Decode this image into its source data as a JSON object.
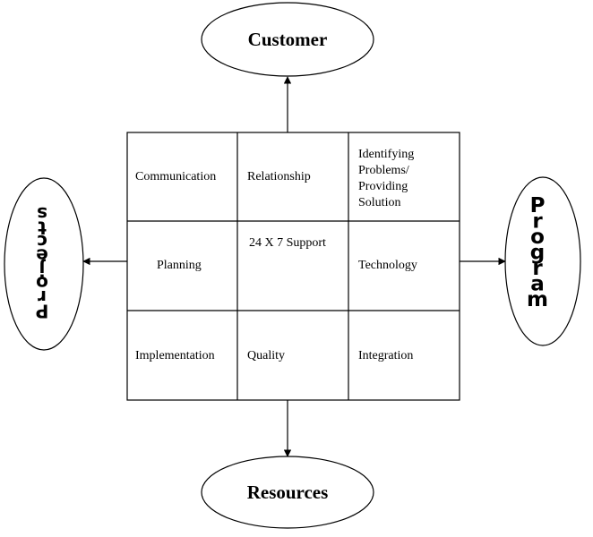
{
  "nodes": {
    "top": "Customer",
    "bottom": "Resources",
    "left": "Projects",
    "right": "Program"
  },
  "grid": {
    "cells": [
      [
        "Communication",
        "Relationship",
        [
          "Identifying",
          "Problems/",
          "Providing",
          "Solution"
        ]
      ],
      [
        "Planning",
        "24 X 7 Support",
        "Technology"
      ],
      [
        "Implementation",
        "Quality",
        "Integration"
      ]
    ]
  }
}
